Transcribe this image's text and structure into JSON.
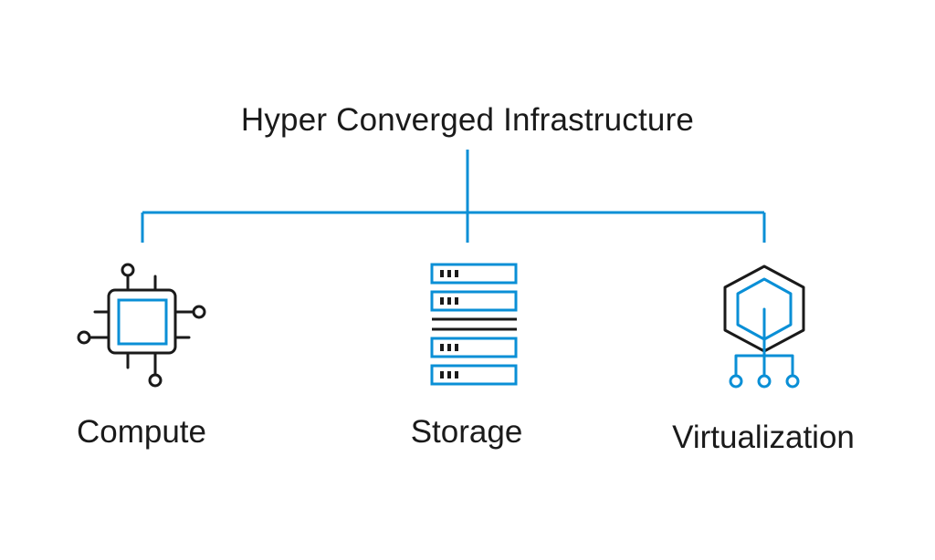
{
  "diagram": {
    "title": "Hyper Converged Infrastructure",
    "nodes": [
      {
        "label": "Compute",
        "icon": "cpu-chip-icon"
      },
      {
        "label": "Storage",
        "icon": "server-rack-icon"
      },
      {
        "label": "Virtualization",
        "icon": "hexagon-network-icon"
      }
    ]
  },
  "colors": {
    "accent": "#0a8fd6",
    "ink": "#1a1a1a",
    "background": "#ffffff"
  }
}
